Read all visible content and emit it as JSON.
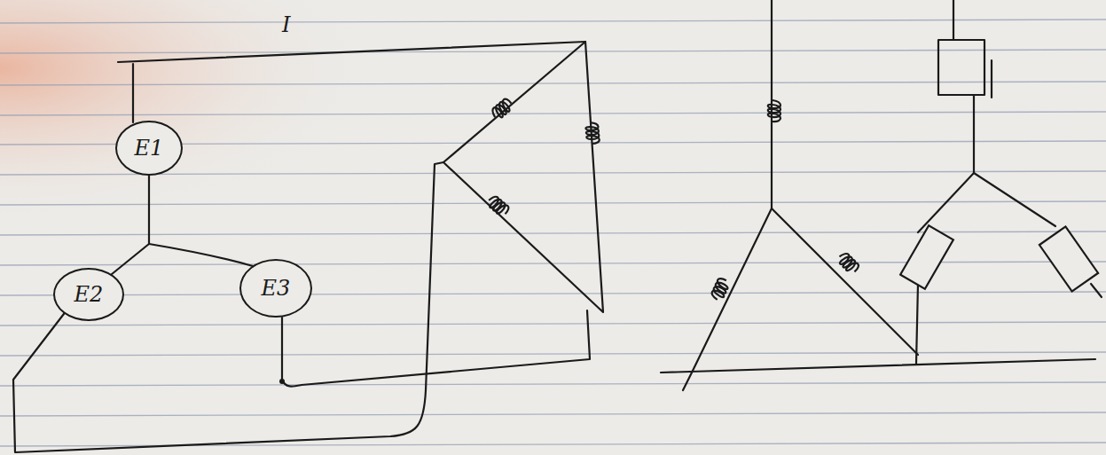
{
  "diagram": {
    "nodes": [
      {
        "text": [
          "E1"
        ]
      },
      {
        "text": [
          "E2"
        ]
      },
      {
        "text": [
          "E3"
        ]
      }
    ],
    "labels": [
      "I"
    ]
  }
}
